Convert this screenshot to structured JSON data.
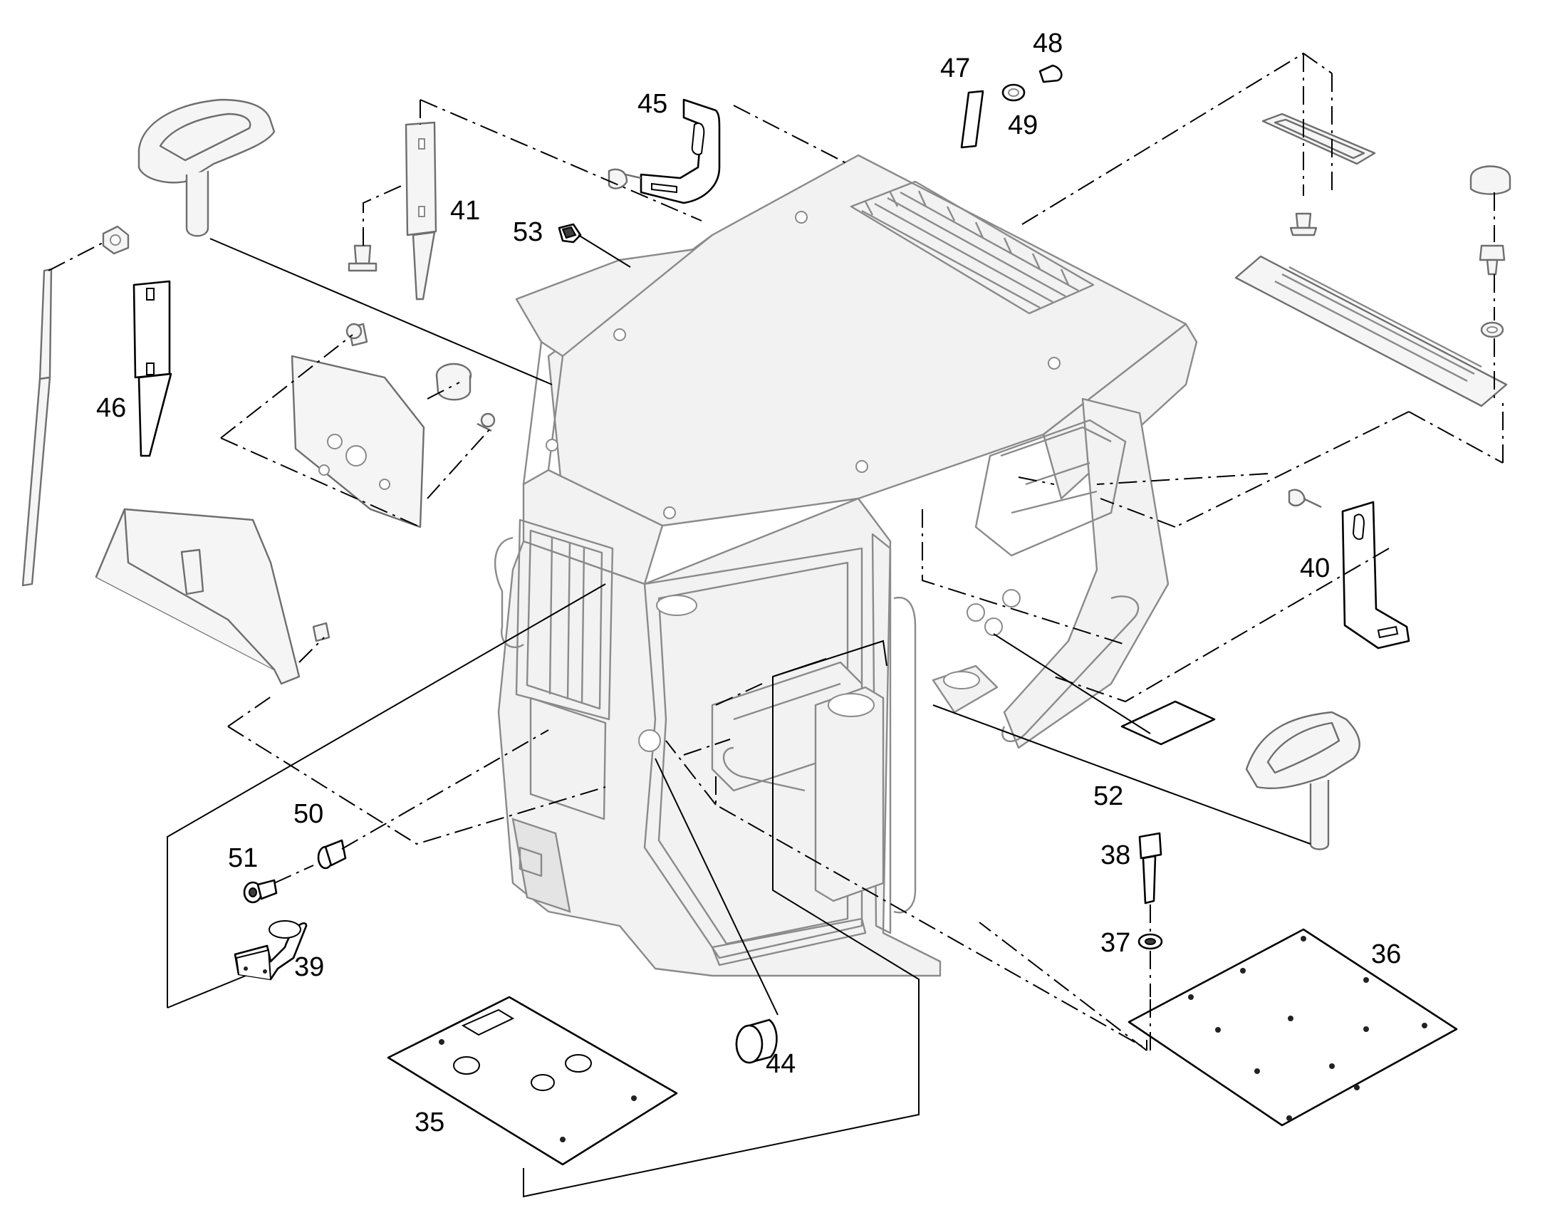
{
  "labels": {
    "n35": "35",
    "n36": "36",
    "n37": "37",
    "n38": "38",
    "n39": "39",
    "n40": "40",
    "n41": "41",
    "n44": "44",
    "n45": "45",
    "n46": "46",
    "n47": "47",
    "n48": "48",
    "n49": "49",
    "n50": "50",
    "n51": "51",
    "n52": "52",
    "n53": "53"
  }
}
